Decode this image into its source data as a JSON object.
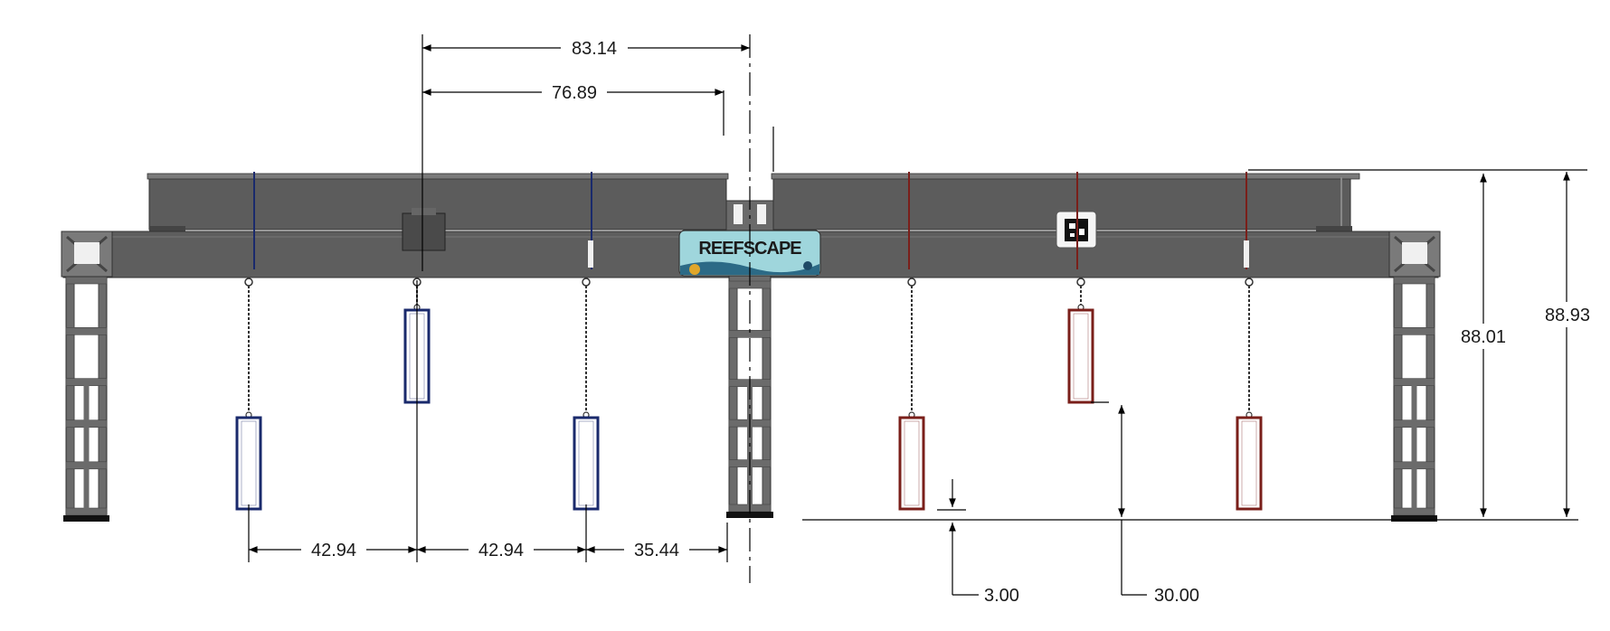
{
  "dimensions": {
    "top_outer": "83.14",
    "top_inner": "76.89",
    "bottom_left": "42.94",
    "bottom_middle": "42.94",
    "bottom_right": "35.44",
    "small_gap": "3.00",
    "mid_height": "30.00",
    "height_inner": "88.01",
    "height_outer": "88.93"
  },
  "banner": {
    "text": "REEFSCAPE"
  },
  "colors": {
    "frame": "#5a5a5a",
    "frame_dark": "#3d3d3d",
    "blue_alliance": "#1a2a6c",
    "red_alliance": "#7a1f1a",
    "banner_bg": "#9fd6dc",
    "dimension_line": "#000000"
  }
}
